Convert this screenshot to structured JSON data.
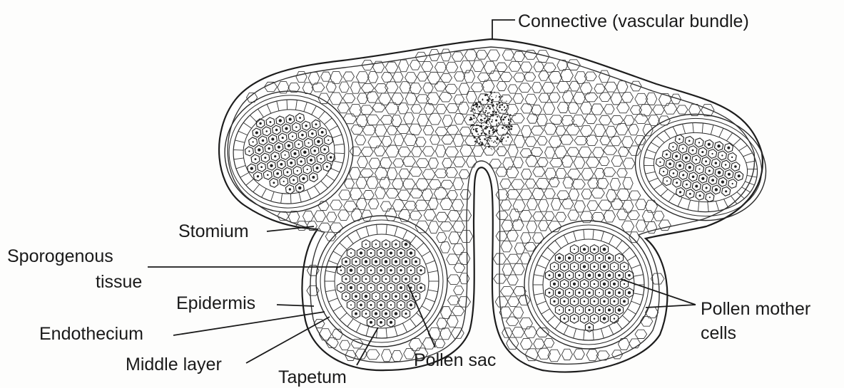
{
  "diagram": {
    "labels": {
      "connective": "Connective (vascular bundle)",
      "stomium": "Stomium",
      "sporogenous_1": "Sporogenous",
      "sporogenous_2": "tissue",
      "epidermis": "Epidermis",
      "endothecium": "Endothecium",
      "middle_layer": "Middle layer",
      "tapetum": "Tapetum",
      "pollen_sac": "Pollen sac",
      "pollen_mother_1": "Pollen mother",
      "pollen_mother_2": "cells"
    }
  }
}
